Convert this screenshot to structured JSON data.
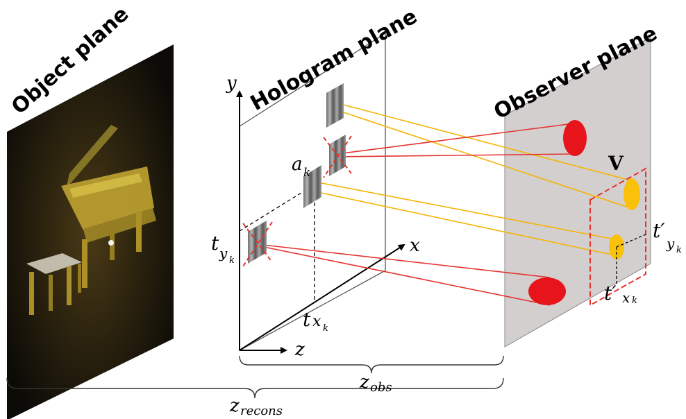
{
  "labels": {
    "object_plane": "Object plane",
    "hologram_plane": "Hologram plane",
    "observer_plane": "Observer plane",
    "axis_y": "y",
    "axis_x": "x",
    "axis_z": "z",
    "a_k_main": "a",
    "a_k_sub": "k",
    "ty_main": "t",
    "ty_sub1": "y",
    "ty_sub2": "k",
    "tx_main": "t",
    "tx_sub1": "x",
    "tx_sub2": "k",
    "tpy_main": "t′",
    "tpy_sub1": "y",
    "tpy_sub2": "k",
    "tpx_main": "t′",
    "tpx_sub1": "x",
    "tpx_sub2": "k",
    "V": "V",
    "z_obs_main": "z",
    "z_obs_sub": "obs",
    "z_recons_main": "z",
    "z_recons_sub": "recons"
  },
  "colors": {
    "red_ray": "#e3342f",
    "yellow_ray": "#f5b400",
    "red_spot": "#e8141c",
    "yellow_spot": "#f9c10a",
    "observer_plane_fill": "#d3cfcf",
    "red_dash": "#e3342f"
  }
}
